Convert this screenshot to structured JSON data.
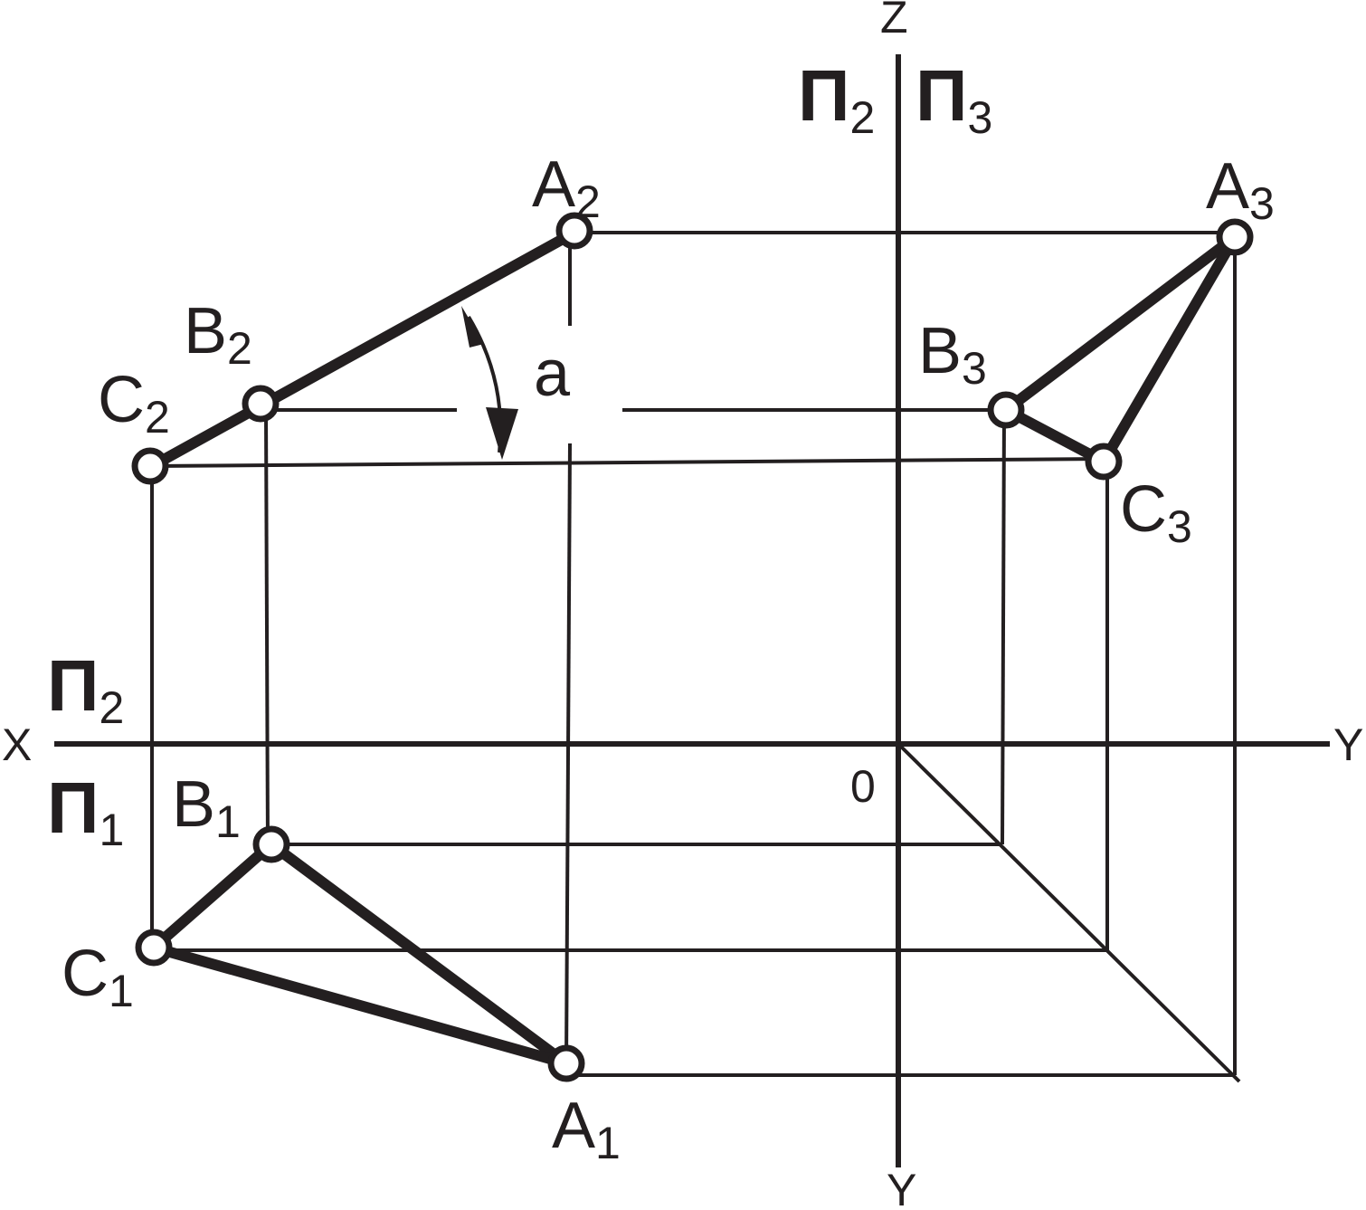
{
  "axes": {
    "x": "X",
    "y_right": "Y",
    "y_bottom": "Y",
    "z": "Z",
    "origin": "0"
  },
  "planes": {
    "p2_left": {
      "main": "П",
      "sub": "2"
    },
    "p1_left": {
      "main": "П",
      "sub": "1"
    },
    "p2_top": {
      "main": "П",
      "sub": "2"
    },
    "p3_top": {
      "main": "П",
      "sub": "3"
    }
  },
  "angle_label": "a",
  "points": {
    "A2": {
      "main": "A",
      "sub": "2"
    },
    "B2": {
      "main": "B",
      "sub": "2"
    },
    "C2": {
      "main": "C",
      "sub": "2"
    },
    "A3": {
      "main": "A",
      "sub": "3"
    },
    "B3": {
      "main": "B",
      "sub": "3"
    },
    "C3": {
      "main": "C",
      "sub": "3"
    },
    "A1": {
      "main": "A",
      "sub": "1"
    },
    "B1": {
      "main": "B",
      "sub": "1"
    },
    "C1": {
      "main": "C",
      "sub": "1"
    }
  },
  "colors": {
    "ink": "#231f20",
    "paper": "#ffffff"
  }
}
